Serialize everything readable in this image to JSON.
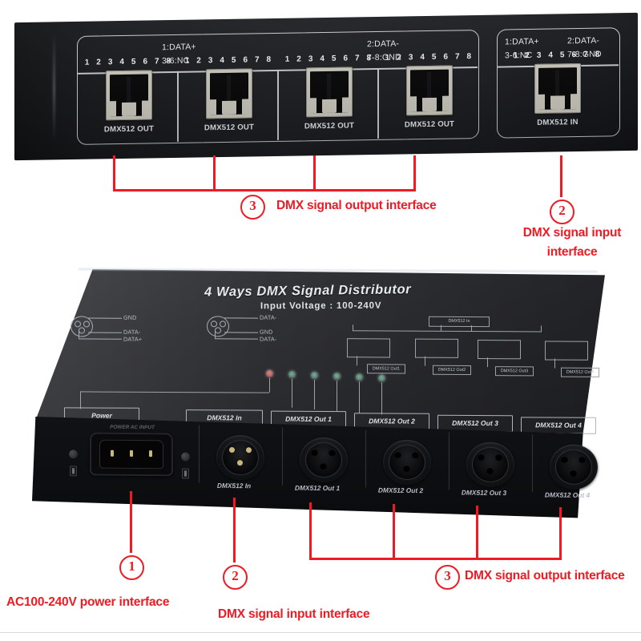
{
  "doc": {
    "kind": "product-annotation-diagram",
    "subject": "4 Ways DMX Signal Distributor"
  },
  "accent": {
    "red": "#ee1b24",
    "panel_dark": "#1b1c20",
    "silk": "#dcdfe5",
    "led_power": "#b3312c",
    "led_signal": "#2f6b4a"
  },
  "top_photo": {
    "caption_hidden": "",
    "out_group": {
      "pin_left_line1": "1:DATA+",
      "pin_left_line2": "3-6:NC",
      "pin_right_line1": "2:DATA-",
      "pin_right_line2": "7-8:GND",
      "pin_numbers": "1 2 3 4 5 6 7 8",
      "ports": [
        {
          "label": "DMX512 OUT"
        },
        {
          "label": "DMX512 OUT"
        },
        {
          "label": "DMX512 OUT"
        },
        {
          "label": "DMX512 OUT"
        }
      ]
    },
    "in_group": {
      "pin_left_line1": "1:DATA+",
      "pin_left_line2": "3-6:NC",
      "pin_right_line1": "2:DATA-",
      "pin_right_line2": "7-8:GND",
      "pin_numbers": "1 2 3 4 5 6 7 8",
      "ports": [
        {
          "label": "DMX512 IN"
        }
      ]
    }
  },
  "annotations": {
    "top_output": {
      "number": "3",
      "text": "DMX signal output interface"
    },
    "top_input": {
      "number": "2",
      "text_line1": "DMX signal input",
      "text_line2": "interface"
    },
    "bottom_power": {
      "number": "1",
      "text": "AC100-240V power interface"
    },
    "bottom_input": {
      "number": "2",
      "text": "DMX signal input interface"
    },
    "bottom_output": {
      "number": "3",
      "text": "DMX signal output interface"
    }
  },
  "device": {
    "top_panel": {
      "title": "4 Ways DMX Signal Distributor",
      "subtitle": "Input Voltage : 100-240V",
      "xlr_sketch_left": {
        "a": "GND",
        "b": "DATA-",
        "c": "DATA+"
      },
      "xlr_sketch_right": {
        "a": "DATA-",
        "b": "GND",
        "c": "DATA-"
      },
      "schematic": {
        "source": "DMX512 In",
        "outputs": [
          "DMX512 Out1",
          "DMX512 Out2",
          "DMX512 Out3",
          "DMX512 Out4"
        ]
      },
      "silk_labels": [
        "Power",
        "DMX512 In",
        "DMX512 Out 1",
        "DMX512 Out 2",
        "DMX512 Out 3",
        "DMX512 Out 4"
      ],
      "leds": [
        {
          "name": "power-led",
          "color": "#b3312c"
        },
        {
          "name": "signal-led-1",
          "color": "#2f6b4a"
        },
        {
          "name": "signal-led-2",
          "color": "#2f6b4a"
        },
        {
          "name": "signal-led-3",
          "color": "#2f6b4a"
        },
        {
          "name": "signal-led-4",
          "color": "#2f6b4a"
        },
        {
          "name": "signal-led-5",
          "color": "#2f6b4a"
        }
      ]
    },
    "front_panel": {
      "power_caption": "POWER AC INPUT",
      "connectors": [
        {
          "type": "iec-inlet",
          "label": ""
        },
        {
          "type": "xlr-male",
          "label": "DMX512 In"
        },
        {
          "type": "xlr-female",
          "label": "DMX512 Out 1"
        },
        {
          "type": "xlr-female",
          "label": "DMX512 Out 2"
        },
        {
          "type": "xlr-female",
          "label": "DMX512 Out 3"
        },
        {
          "type": "xlr-female",
          "label": "DMX512 Out 4"
        }
      ]
    }
  }
}
